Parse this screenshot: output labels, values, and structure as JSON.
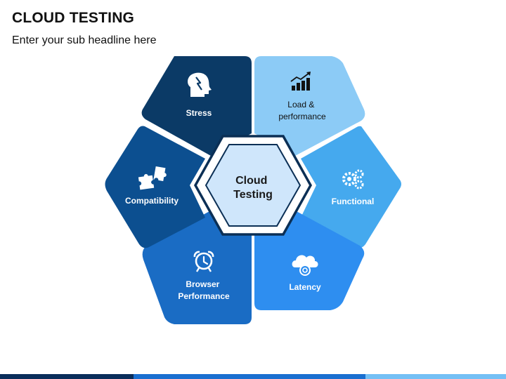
{
  "header": {
    "title": "CLOUD TESTING",
    "subtitle": "Enter your sub headline here"
  },
  "center": {
    "line1": "Cloud",
    "line2": "Testing",
    "fill": "#cfe6fb",
    "border": "#0b2f55"
  },
  "segments": [
    {
      "key": "stress",
      "line1": "Stress",
      "line2": "",
      "color": "#0b3a66",
      "text_color": "#ffffff",
      "icon": "head-brain-icon"
    },
    {
      "key": "load",
      "line1": "Load &",
      "line2": "performance",
      "color": "#8ccbf6",
      "text_color": "#111111",
      "icon": "bar-chart-trend-icon"
    },
    {
      "key": "functional",
      "line1": "Functional",
      "line2": "",
      "color": "#45a9ee",
      "text_color": "#ffffff",
      "icon": "gears-icon"
    },
    {
      "key": "latency",
      "line1": "Latency",
      "line2": "",
      "color": "#2e8ef0",
      "text_color": "#ffffff",
      "icon": "cloud-gear-icon"
    },
    {
      "key": "browser",
      "line1": "Browser",
      "line2": "Performance",
      "color": "#1a6cc4",
      "text_color": "#ffffff",
      "icon": "alarm-clock-icon"
    },
    {
      "key": "compatibility",
      "line1": "Compatibility",
      "line2": "",
      "color": "#0c4f90",
      "text_color": "#ffffff",
      "icon": "puzzle-pieces-icon"
    }
  ],
  "footer_colors": [
    "#0a2d5a",
    "#1a6fd0",
    "#74c0f5"
  ]
}
